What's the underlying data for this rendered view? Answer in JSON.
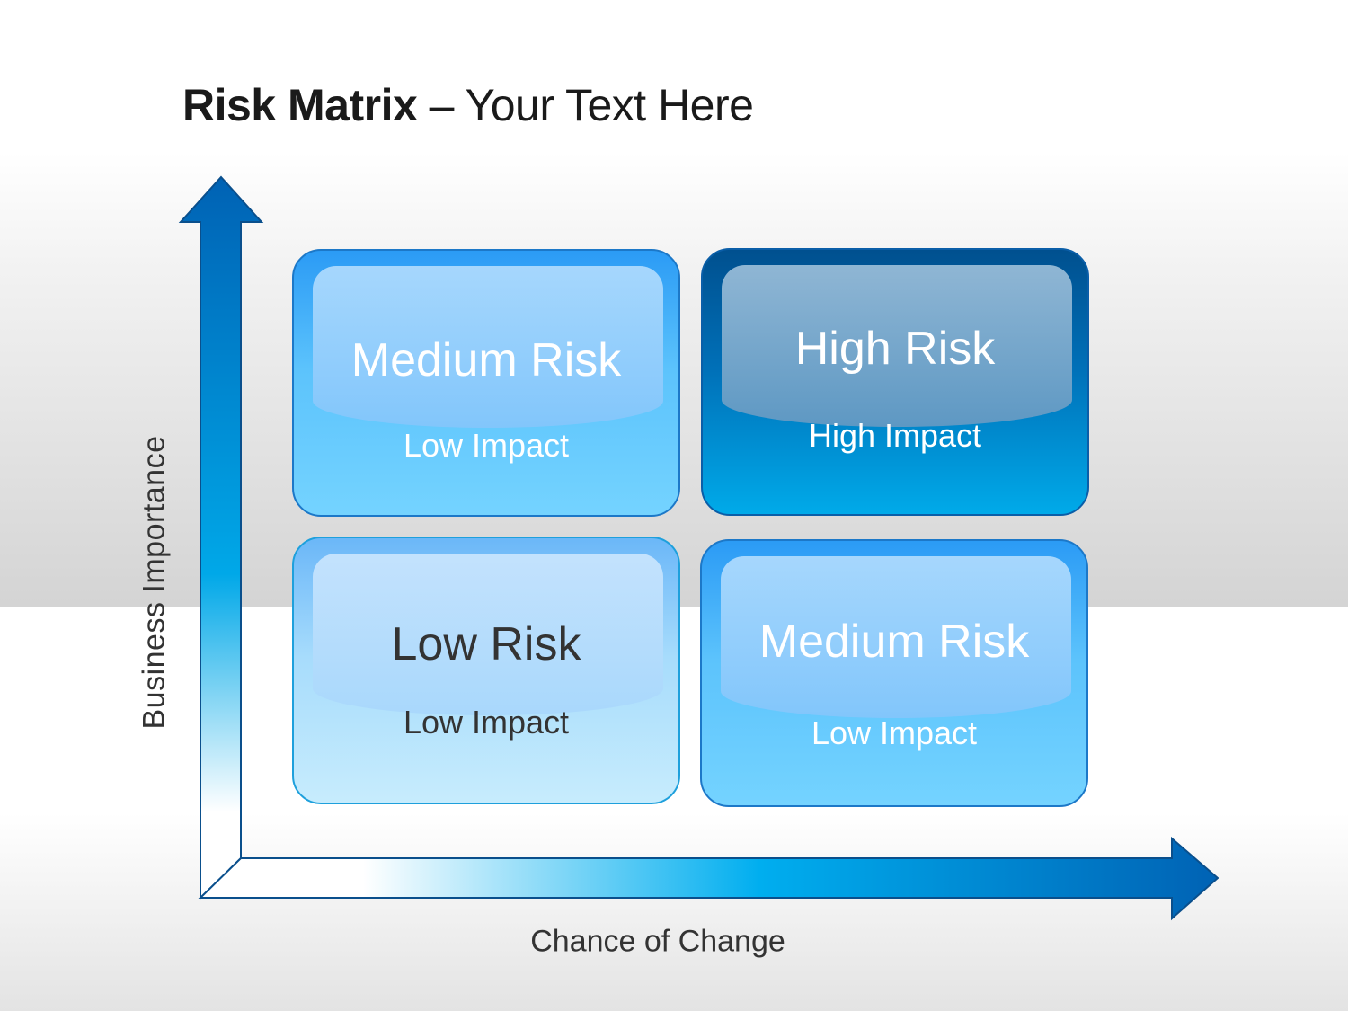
{
  "title": {
    "bold": "Risk Matrix",
    "rest": " – Your Text Here"
  },
  "axes": {
    "y_label": "Business  Importance",
    "x_label": "Chance of Change"
  },
  "cells": [
    {
      "risk": "Medium Risk",
      "impact": "Low Impact",
      "text_color": "#ffffff"
    },
    {
      "risk": "High Risk",
      "impact": "High Impact",
      "text_color": "#ffffff"
    },
    {
      "risk": "Low Risk",
      "impact": "Low Impact",
      "text_color": "#333333"
    },
    {
      "risk": "Medium Risk",
      "impact": "Low Impact",
      "text_color": "#ffffff"
    }
  ]
}
